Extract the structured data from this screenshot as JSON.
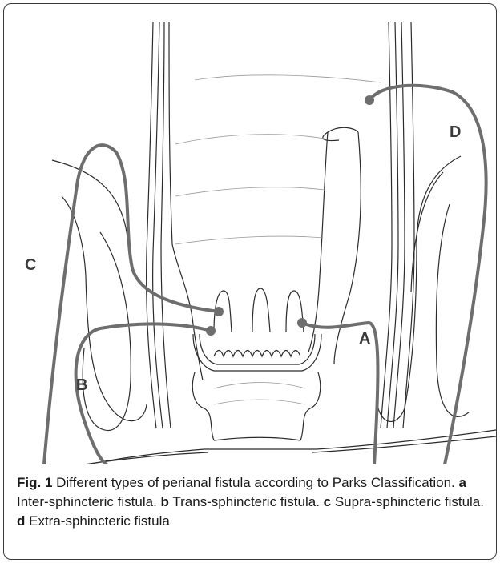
{
  "diagram": {
    "labels": {
      "a": "A",
      "b": "B",
      "c": "C",
      "d": "D"
    },
    "line_color": "#2b2b2b",
    "fistula_color": "#6e6e6e"
  },
  "caption": {
    "fig_label": "Fig. 1",
    "text_intro": " Different types of perianal fistula according to Parks Classification. ",
    "a_key": "a",
    "a_text": " Inter-sphincteric fistula. ",
    "b_key": "b",
    "b_text": " Trans-sphincteric fistula. ",
    "c_key": "c",
    "c_text": " Supra-sphincteric fistula. ",
    "d_key": "d",
    "d_text": " Extra-sphincteric fistula"
  }
}
